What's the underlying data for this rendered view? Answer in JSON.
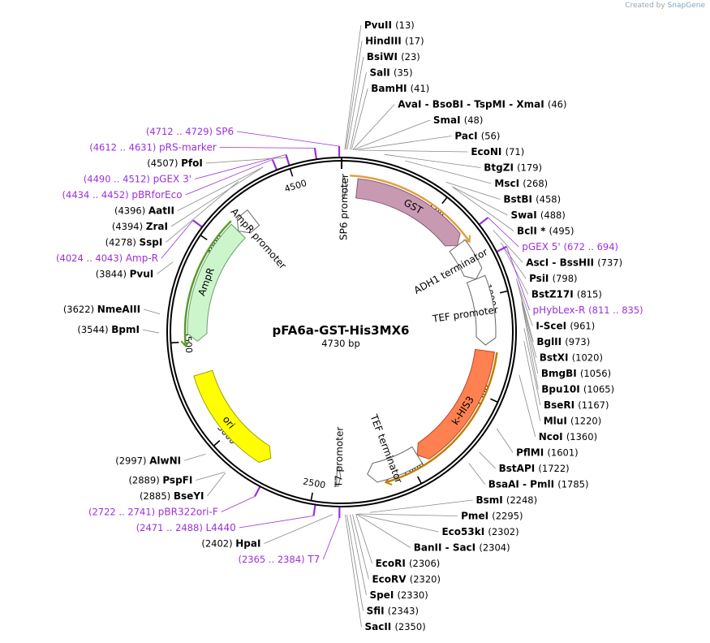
{
  "watermark": {
    "prefix": "Created by",
    "brand": "SnapGene"
  },
  "plasmid": {
    "name": "pFA6a-GST-His3MX6",
    "length": 4730,
    "length_label": "4730 bp"
  },
  "ticks": [
    500,
    1000,
    1500,
    2000,
    2500,
    3000,
    3500,
    4000,
    4500
  ],
  "features": [
    {
      "label": "GST",
      "start": 80,
      "end": 700,
      "dir": 1,
      "color": "#c89ab2",
      "stroke": "#8a5a72",
      "text_on_arc": true
    },
    {
      "label": "SP6 promoter",
      "start": 5,
      "end": 25,
      "dir": 1,
      "color": "#ffffff",
      "stroke": "#666666"
    },
    {
      "label": "ADH1 terminator",
      "start": 700,
      "end": 900,
      "dir": 1,
      "color": "#ffffff",
      "stroke": "#666666"
    },
    {
      "label": "TEF promoter",
      "start": 900,
      "end": 1250,
      "dir": 1,
      "color": "#ffffff",
      "stroke": "#666666"
    },
    {
      "label": "k-HIS3",
      "start": 1280,
      "end": 1950,
      "dir": 1,
      "color": "#ff8050",
      "stroke": "#b8482a",
      "text_on_arc": true
    },
    {
      "label": "TEF terminator",
      "start": 1950,
      "end": 2230,
      "dir": 1,
      "color": "#ffffff",
      "stroke": "#666666"
    },
    {
      "label": "T7 promoter",
      "start": 2370,
      "end": 2390,
      "dir": -1,
      "color": "#ffffff",
      "stroke": "#666666"
    },
    {
      "label": "ori",
      "start": 2750,
      "end": 3330,
      "dir": -1,
      "color": "#ffff00",
      "stroke": "#a0a000",
      "text_on_arc": true
    },
    {
      "label": "AmpR",
      "start": 3500,
      "end": 4130,
      "dir": -1,
      "color": "#ccf5cc",
      "stroke": "#6aa06a",
      "text_on_arc": true
    },
    {
      "label": "AmpR promoter",
      "start": 4130,
      "end": 4235,
      "dir": -1,
      "color": "#ffffff",
      "stroke": "#666666"
    }
  ],
  "arcs": [
    {
      "start": 40,
      "end": 720,
      "dir": 1,
      "color": "#e0a040"
    },
    {
      "start": 1280,
      "end": 2150,
      "dir": 1,
      "color": "#c08000"
    },
    {
      "start": 3480,
      "end": 4140,
      "dir": -1,
      "color": "#5a9a2a"
    }
  ],
  "sites": [
    {
      "name": "PvuII",
      "pos": "(13)",
      "p": 13
    },
    {
      "name": "HindIII",
      "pos": "(17)",
      "p": 17
    },
    {
      "name": "BsiWI",
      "pos": "(23)",
      "p": 23
    },
    {
      "name": "SalI",
      "pos": "(35)",
      "p": 35
    },
    {
      "name": "BamHI",
      "pos": "(41)",
      "p": 41
    },
    {
      "name": "AvaI - BsoBI - TspMI - XmaI",
      "pos": "(46)",
      "p": 46
    },
    {
      "name": "SmaI",
      "pos": "(48)",
      "p": 48
    },
    {
      "name": "PacI",
      "pos": "(56)",
      "p": 56
    },
    {
      "name": "EcoNI",
      "pos": "(71)",
      "p": 71
    },
    {
      "name": "BtgZI",
      "pos": "(179)",
      "p": 179
    },
    {
      "name": "MscI",
      "pos": "(268)",
      "p": 268
    },
    {
      "name": "BstBI",
      "pos": "(458)",
      "p": 458
    },
    {
      "name": "SwaI",
      "pos": "(488)",
      "p": 488
    },
    {
      "name": "BclI *",
      "pos": "(495)",
      "p": 495
    },
    {
      "name": "AscI - BssHII",
      "pos": "(737)",
      "p": 737
    },
    {
      "name": "PsiI",
      "pos": "(798)",
      "p": 798
    },
    {
      "name": "BstZ17I",
      "pos": "(815)",
      "p": 815
    },
    {
      "name": "I-SceI",
      "pos": "(961)",
      "p": 961
    },
    {
      "name": "BglII",
      "pos": "(973)",
      "p": 973
    },
    {
      "name": "BstXI",
      "pos": "(1020)",
      "p": 1020
    },
    {
      "name": "BmgBI",
      "pos": "(1056)",
      "p": 1056
    },
    {
      "name": "Bpu10I",
      "pos": "(1065)",
      "p": 1065
    },
    {
      "name": "BseRI",
      "pos": "(1167)",
      "p": 1167
    },
    {
      "name": "MluI",
      "pos": "(1220)",
      "p": 1220
    },
    {
      "name": "NcoI",
      "pos": "(1360)",
      "p": 1360
    },
    {
      "name": "PflMI",
      "pos": "(1601)",
      "p": 1601
    },
    {
      "name": "BstAPI",
      "pos": "(1722)",
      "p": 1722
    },
    {
      "name": "BsaAI - PmlI",
      "pos": "(1785)",
      "p": 1785
    },
    {
      "name": "BsmI",
      "pos": "(2248)",
      "p": 2248
    },
    {
      "name": "PmeI",
      "pos": "(2295)",
      "p": 2295
    },
    {
      "name": "Eco53kI",
      "pos": "(2302)",
      "p": 2302
    },
    {
      "name": "BanII - SacI",
      "pos": "(2304)",
      "p": 2304
    },
    {
      "name": "EcoRI",
      "pos": "(2306)",
      "p": 2306
    },
    {
      "name": "EcoRV",
      "pos": "(2320)",
      "p": 2320
    },
    {
      "name": "SpeI",
      "pos": "(2330)",
      "p": 2330
    },
    {
      "name": "SfiI",
      "pos": "(2343)",
      "p": 2343
    },
    {
      "name": "SacII",
      "pos": "(2350)",
      "p": 2350
    },
    {
      "name": "HpaI",
      "pos": "(2402)",
      "p": 2402
    },
    {
      "name": "BseYI",
      "pos": "(2885)",
      "p": 2885
    },
    {
      "name": "PspFI",
      "pos": "(2889)",
      "p": 2889
    },
    {
      "name": "AlwNI",
      "pos": "(2997)",
      "p": 2997
    },
    {
      "name": "BpmI",
      "pos": "(3544)",
      "p": 3544
    },
    {
      "name": "NmeAIII",
      "pos": "(3622)",
      "p": 3622
    },
    {
      "name": "PvuI",
      "pos": "(3844)",
      "p": 3844
    },
    {
      "name": "SspI",
      "pos": "(4278)",
      "p": 4278
    },
    {
      "name": "ZraI",
      "pos": "(4394)",
      "p": 4394
    },
    {
      "name": "AatII",
      "pos": "(4396)",
      "p": 4396
    },
    {
      "name": "PfoI",
      "pos": "(4507)",
      "p": 4507
    }
  ],
  "primers": [
    {
      "name": "SP6",
      "pos": "(4712 .. 4729)",
      "p": 4720
    },
    {
      "name": "pRS-marker",
      "pos": "(4612 .. 4631)",
      "p": 4621
    },
    {
      "name": "pGEX 3'",
      "pos": "(4490 .. 4512)",
      "p": 4501
    },
    {
      "name": "pBRforEco",
      "pos": "(4434 .. 4452)",
      "p": 4443
    },
    {
      "name": "Amp-R",
      "pos": "(4024 .. 4043)",
      "p": 4033
    },
    {
      "name": "pGEX 5'",
      "pos": "(672 .. 694)",
      "p": 683
    },
    {
      "name": "pHybLex-R",
      "pos": "(811 .. 835)",
      "p": 823
    },
    {
      "name": "pBR322ori-F",
      "pos": "(2722 .. 2741)",
      "p": 2731
    },
    {
      "name": "L4440",
      "pos": "(2471 .. 2488)",
      "p": 2479
    },
    {
      "name": "T7",
      "pos": "(2365 .. 2384)",
      "p": 2374
    }
  ]
}
